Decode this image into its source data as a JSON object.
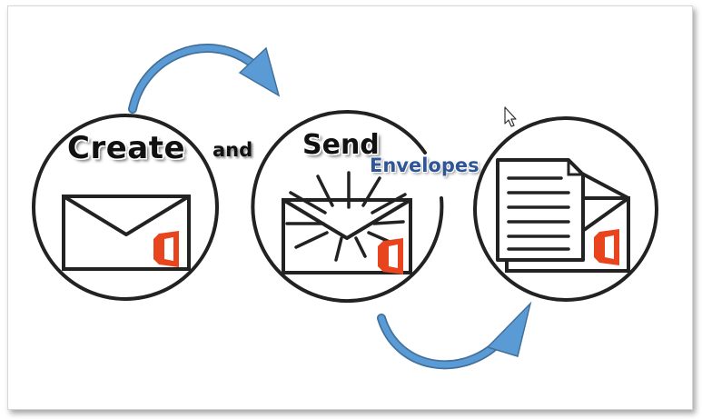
{
  "labels": {
    "create": "Create",
    "and": "and",
    "send": "Send",
    "envelopes": "Envelopes"
  },
  "colors": {
    "arrow": "#5b9bd5",
    "arrow_edge": "#41719c",
    "office_logo": "#e8451e",
    "outline": "#222222",
    "envelopes_text": "#2f5597"
  },
  "icons": [
    "envelope-icon",
    "office-logo-icon",
    "burst-icon",
    "document-icon",
    "mouse-cursor-icon",
    "curved-arrow-icon"
  ]
}
